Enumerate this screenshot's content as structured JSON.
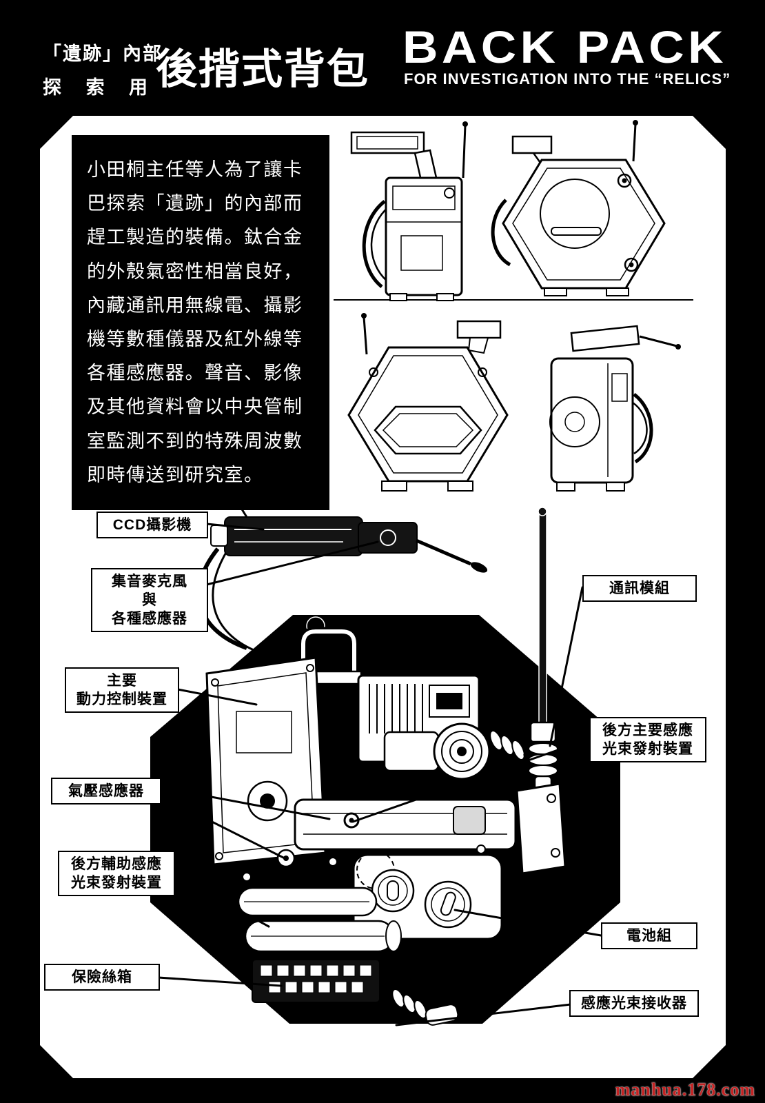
{
  "colors": {
    "page_bg": "#000000",
    "panel_bg": "#ffffff",
    "ink": "#000000",
    "watermark_red": "#c42222"
  },
  "header": {
    "tag_line1": "「遺跡」內部",
    "tag_line2": "探 索 用",
    "title_cjk": "後揹式背包",
    "title_en": "BACK PACK",
    "subtitle_en": "FOR INVESTIGATION INTO THE “RELICS”"
  },
  "description": {
    "lines": [
      "小田桐主任等人為了讓卡",
      "巴探索「遺跡」的內部而",
      "趕工製造的裝備。鈦合金",
      "的外殼氣密性相當良好，",
      "內藏通訊用無線電、攝影",
      "機等數種儀器及紅外線等",
      "各種感應器。聲音、影像",
      "及其他資料會以中央管制",
      "室監測不到的特殊周波數",
      "即時傳送到研究室。"
    ]
  },
  "labels": [
    {
      "id": "ccd-camera",
      "lines": [
        "CCD攝影機"
      ]
    },
    {
      "id": "mic-and-sensors",
      "lines": [
        "集音麥克風",
        "與",
        "各種感應器"
      ]
    },
    {
      "id": "comm-module",
      "lines": [
        "通訊模組"
      ]
    },
    {
      "id": "main-power-control",
      "lines": [
        "主要",
        "動力控制裝置"
      ]
    },
    {
      "id": "rear-main-sensor-beam-emitter",
      "lines": [
        "後方主要感應",
        "光束發射裝置"
      ]
    },
    {
      "id": "air-pressure-sensor",
      "lines": [
        "氣壓感應器"
      ]
    },
    {
      "id": "rear-aux-sensor-beam-emitter",
      "lines": [
        "後方輔助感應",
        "光束發射裝置"
      ]
    },
    {
      "id": "battery-pack",
      "lines": [
        "電池組"
      ]
    },
    {
      "id": "fuse-box",
      "lines": [
        "保險絲箱"
      ]
    },
    {
      "id": "sensor-beam-receiver",
      "lines": [
        "感應光束接收器"
      ]
    }
  ],
  "watermark": {
    "text": "manhua.178.com"
  }
}
